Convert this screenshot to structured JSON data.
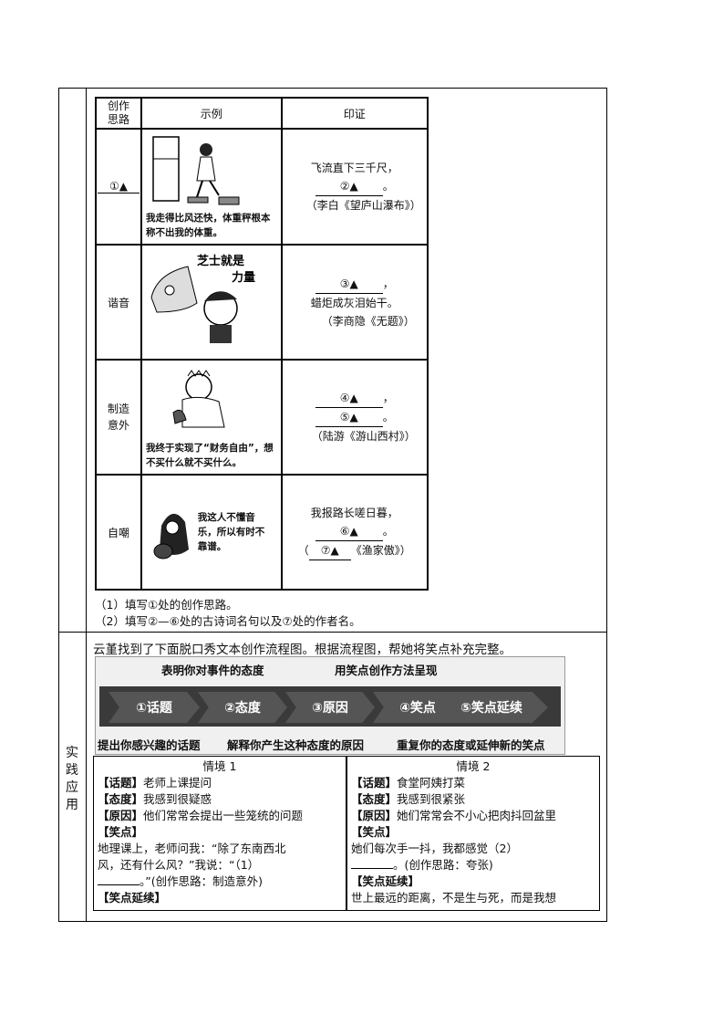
{
  "table": {
    "headers": {
      "idea": "创作\n思路",
      "example": "示例",
      "proof": "印证"
    },
    "rows": [
      {
        "idea": "①▲",
        "caption": "我走得比风还快，体重秤根本称不出我的体重。",
        "proof_lines": [
          "飞流直下三千尺，",
          "②▲",
          "（李白《望庐山瀑布》）"
        ]
      },
      {
        "idea": "谐音",
        "bubble": "芝士就是力量",
        "proof_lines": [
          "③▲",
          "蜡炬成灰泪始干。",
          "（李商隐《无题》）"
        ]
      },
      {
        "idea": "制造\n意外",
        "caption": "我终于实现了“财务自由”，想不买什么就不买什么。",
        "proof_lines": [
          "④▲",
          "⑤▲",
          "（陆游《游山西村》）"
        ]
      },
      {
        "idea": "自嘲",
        "caption": "我这人不懂音乐，所以有时不靠谱。",
        "proof_lines": [
          "我报路长嗟日暮，",
          "⑥▲",
          "（",
          "⑦▲",
          "《渔家傲》）"
        ]
      }
    ]
  },
  "questions": {
    "q1": "（1）填写①处的创作思路。",
    "q2": "（2）填写②—⑥处的古诗词名句以及⑦处的作者名。"
  },
  "section_label": "实践应用",
  "intro": "云堇找到了下面脱口秀文本创作流程图。根据流程图，帮她将笑点补充完整。",
  "flow": {
    "top_left": "表明你对事件的态度",
    "top_right": "用笑点创作方法呈现",
    "steps": [
      "①话题",
      "②态度",
      "③原因",
      "④笑点",
      "⑤笑点延续"
    ],
    "bottom_1": "提出你感兴趣的话题",
    "bottom_2": "解释你产生这种态度的原因",
    "bottom_3": "重复你的态度或延伸新的笑点"
  },
  "situation1": {
    "title": "情境 1",
    "topic_label": "【话题】",
    "topic": "老师上课提问",
    "attitude_label": "【态度】",
    "attitude": "我感到很疑惑",
    "reason_label": "【原因】",
    "reason": "他们常常会提出一些笼统的问题",
    "joke_label": "【笑点】",
    "joke_line1": "地理课上，老师问我：“除了东南西北",
    "joke_line2": "风，还有什么风？”我说：“（1）",
    "joke_line3": "。”(创作思路：制造意外)",
    "continue_label": "【笑点延续】"
  },
  "situation2": {
    "title": "情境 2",
    "topic_label": "【话题】",
    "topic": "食堂阿姨打菜",
    "attitude_label": "【态度】",
    "attitude": "我感到很紧张",
    "reason_label": "【原因】",
    "reason": "她们常常会不小心把肉抖回盆里",
    "joke_label": "【笑点】",
    "joke_line1": "她们每次手一抖，我都感觉（2）",
    "joke_line2": "。(创作思路：夸张)",
    "continue_label": "【笑点延续】",
    "continue_text": "世上最远的距离，不是生与死，而是我想"
  }
}
